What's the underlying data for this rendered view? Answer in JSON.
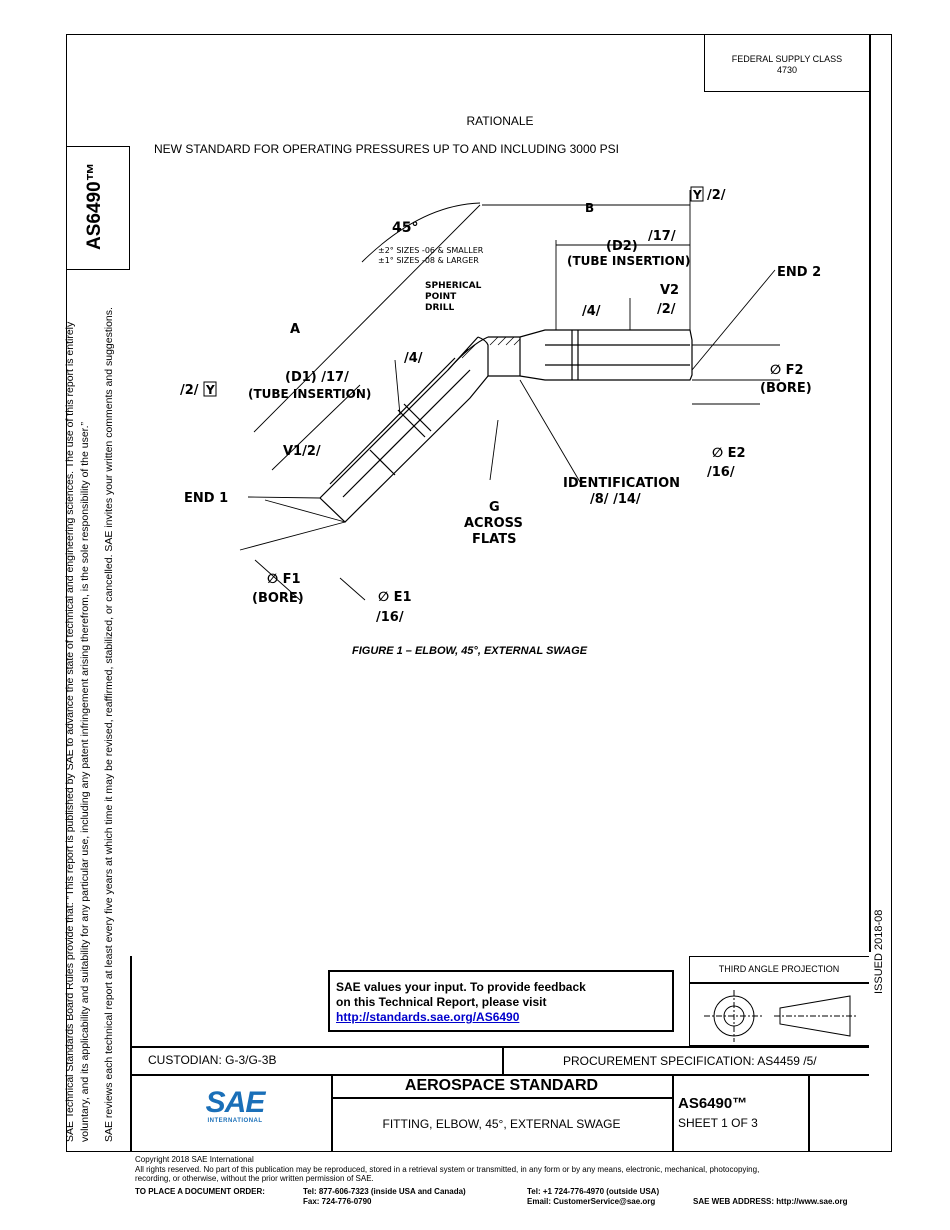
{
  "sidebar": {
    "line1": "SAE Technical Standards Board Rules provide that: “This report is published by SAE to advance the state of technical and engineering sciences. The use of this report is entirely",
    "line2": "voluntary, and its applicability and suitability for any particular use, including any patent infringement arising therefrom, is the sole responsibility of the user.”",
    "line3": "SAE reviews each technical report at least every five years at which time it may be revised, reaffirmed, stabilized, or cancelled. SAE invites your written comments and suggestions."
  },
  "doc_number_vertical": "AS6490™",
  "federal_supply": {
    "label": "FEDERAL SUPPLY CLASS",
    "value": "4730"
  },
  "rationale": {
    "heading": "RATIONALE",
    "text": "NEW STANDARD FOR OPERATING PRESSURES UP TO AND INCLUDING 3000 PSI"
  },
  "drawing": {
    "labels": {
      "angle": "45°",
      "tol1": "±2° SIZES -06 & SMALLER",
      "tol2": "±1° SIZES -08 & LARGER",
      "b": "B",
      "y_ref_top": "Y",
      "note2": "/2/",
      "d2": "(D2)",
      "note17": "/17/",
      "tube_insertion": "(TUBE INSERTION)",
      "end2": "END 2",
      "spherical1": "SPHERICAL",
      "spherical2": "POINT",
      "spherical3": "DRILL",
      "note4": "/4/",
      "v2": "V2",
      "a": "A",
      "d1": "(D1) /17/",
      "f2": "∅ F2",
      "bore": "(BORE)",
      "y_ref_left": "Y",
      "v1": "V1/2/",
      "e2": "∅ E2",
      "note16": "/16/",
      "identification": "IDENTIFICATION",
      "id_notes": "/8/ /14/",
      "end1": "END 1",
      "g1": "G",
      "g2": "ACROSS",
      "g3": "FLATS",
      "f1": "∅ F1",
      "e1": "∅ E1"
    },
    "caption": "FIGURE 1 – ELBOW, 45°, EXTERNAL SWAGE"
  },
  "issued": "ISSUED 2018-08",
  "feedback": {
    "line1": "SAE values your input. To provide feedback",
    "line2": "on this Technical Report, please visit",
    "link": "http://standards.sae.org/AS6490"
  },
  "projection": {
    "label": "THIRD ANGLE PROJECTION"
  },
  "title_block": {
    "custodian": "CUSTODIAN: G-3/G-3B",
    "procurement": "PROCUREMENT SPECIFICATION: AS4459 /5/",
    "standard": "AEROSPACE STANDARD",
    "title": "FITTING, ELBOW, 45°, EXTERNAL SWAGE",
    "doc_number": "AS6490™",
    "sheet": "SHEET 1 OF 3",
    "logo_text": "SAE",
    "logo_sub": "INTERNATIONAL"
  },
  "footer": {
    "copyright": "Copyright 2018 SAE International",
    "rights1": "All rights reserved. No part of this publication may be reproduced, stored in a retrieval system or transmitted, in any form or by any means, electronic, mechanical, photocopying,",
    "rights2": "recording, or otherwise, without the prior written permission of SAE.",
    "order_label": "TO PLACE A DOCUMENT ORDER:",
    "tel_us": "Tel: 877-606-7323 (inside USA and Canada)",
    "fax": "Fax: 724-776-0790",
    "tel_intl": "Tel: +1 724-776-4970 (outside USA)",
    "email": "Email: CustomerService@sae.org",
    "web": "SAE WEB ADDRESS: http://www.sae.org"
  }
}
